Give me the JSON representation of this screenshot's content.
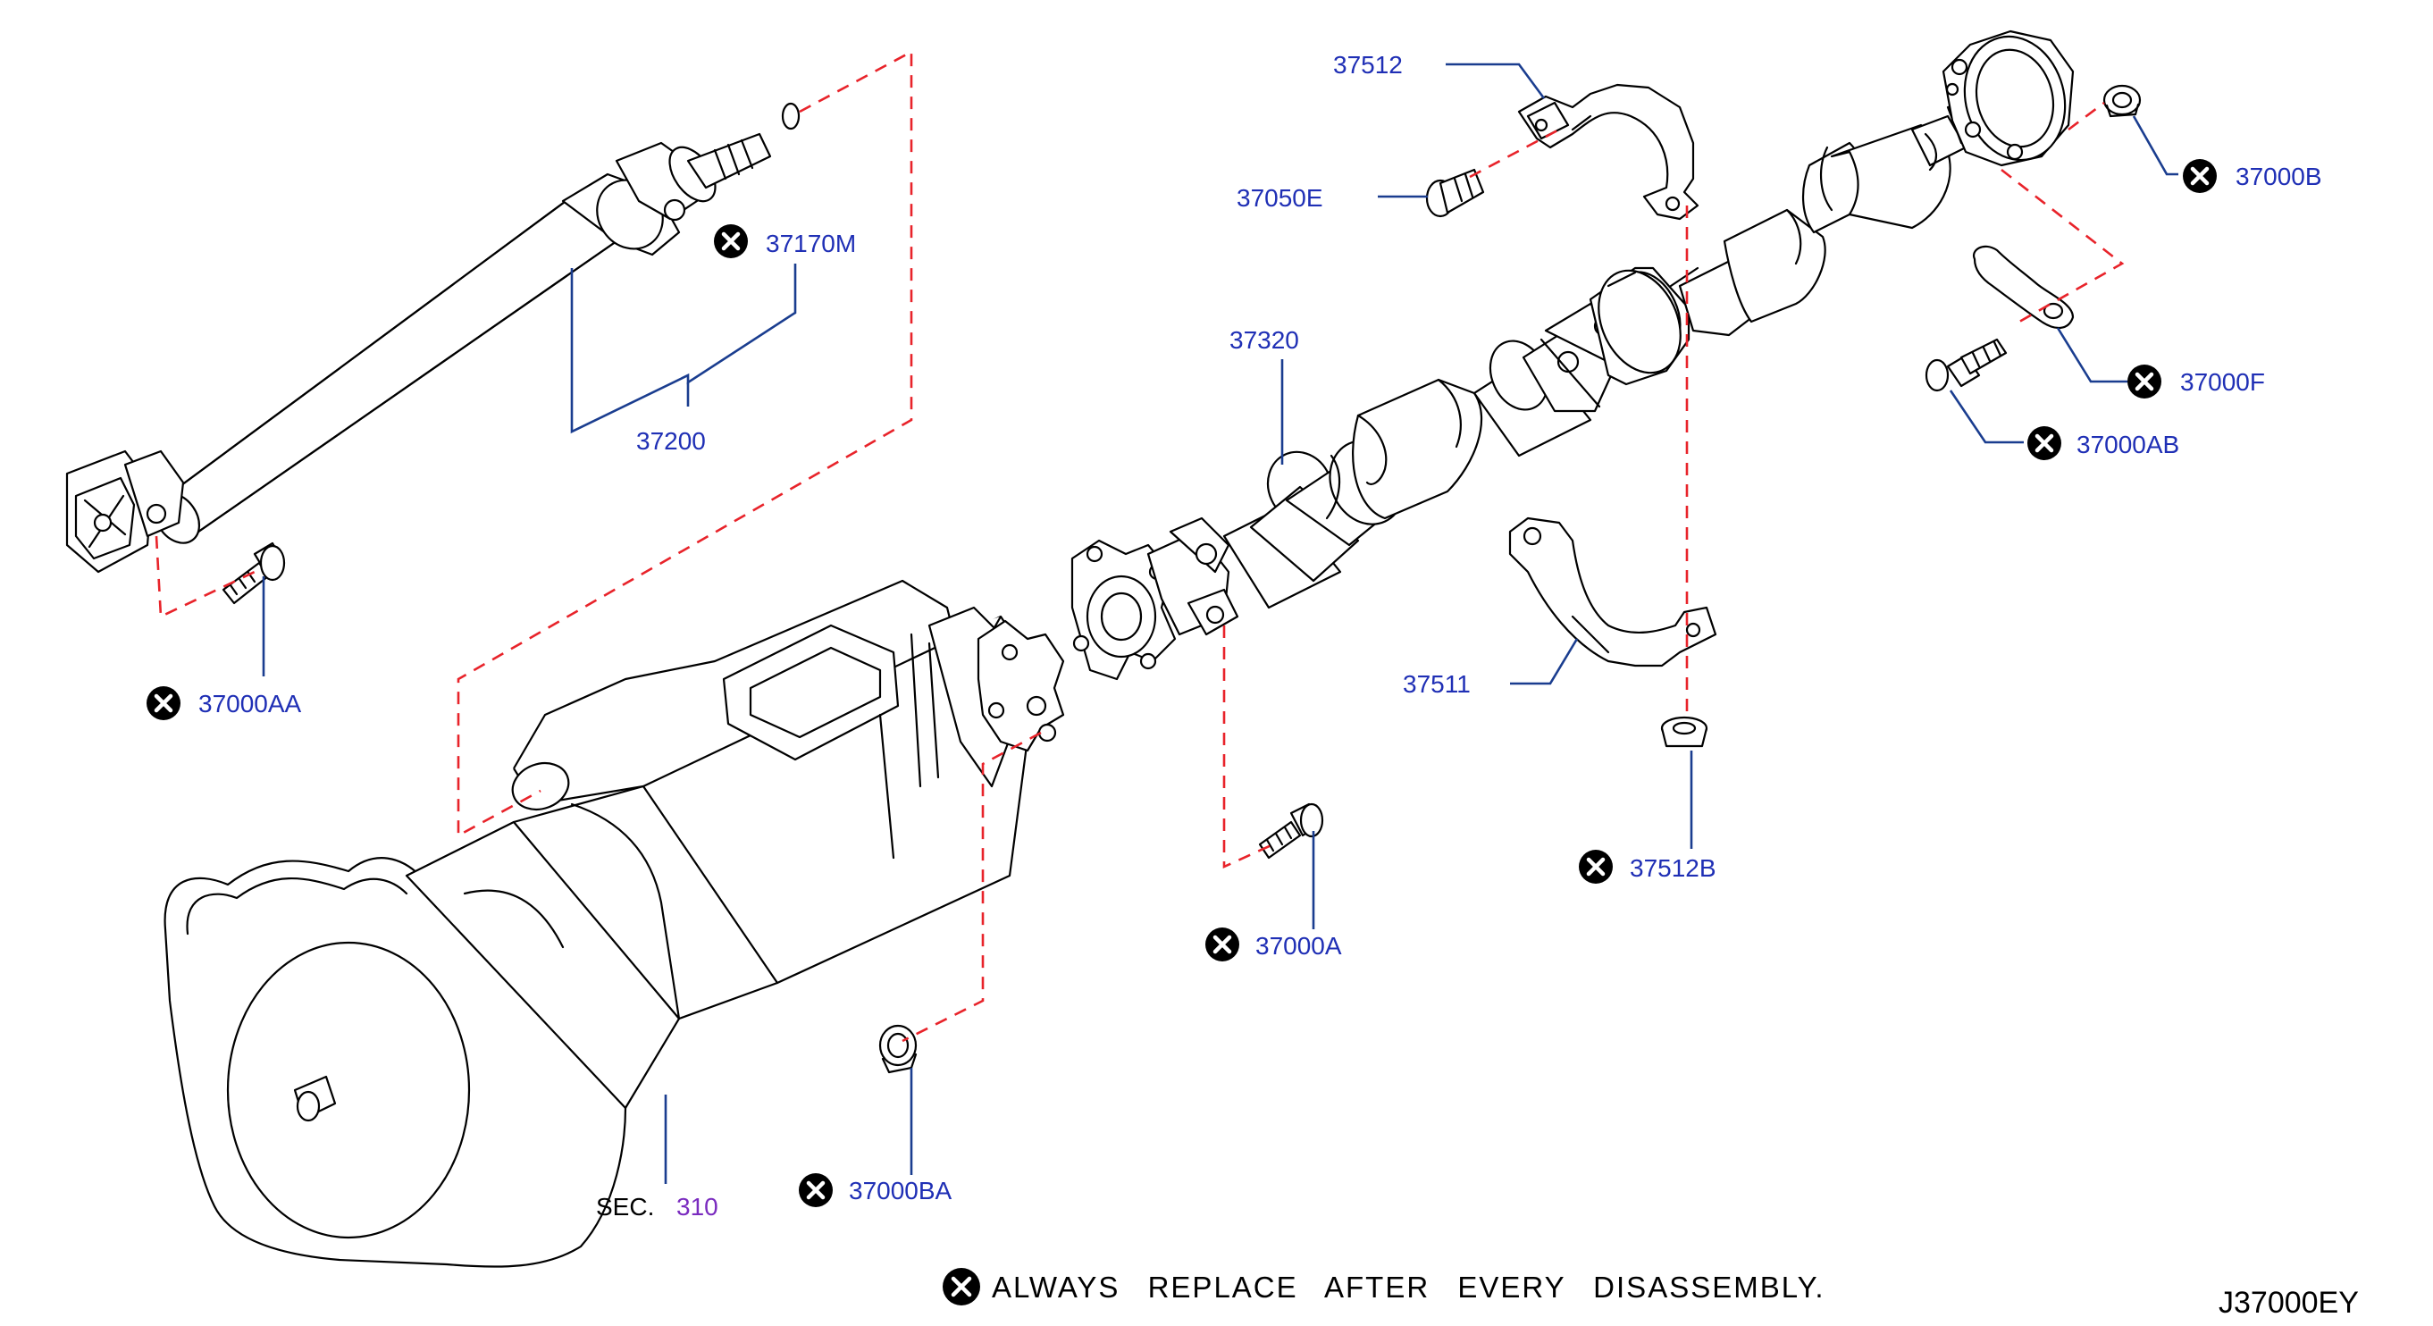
{
  "labels": {
    "p37170M": "37170M",
    "p37200": "37200",
    "p37000AA": "37000AA",
    "p37512": "37512",
    "p37050E": "37050E",
    "p37320": "37320",
    "p37000B": "37000B",
    "p37000F": "37000F",
    "p37000AB": "37000AB",
    "p37511": "37511",
    "p37512B": "37512B",
    "p37000A": "37000A",
    "p37000BA": "37000BA",
    "sec_prefix": "SEC.",
    "sec_number": "310"
  },
  "legend": {
    "note": "ALWAYS REPLACE AFTER EVERY DISASSEMBLY.",
    "icon": "replace-always-x-icon"
  },
  "diagram_code": "J37000EY",
  "colors": {
    "part_number": "#1f2fb5",
    "leader_line": "#1a3d8f",
    "alignment_dash": "#e8232a",
    "section_ref": "#7a2bbf"
  }
}
